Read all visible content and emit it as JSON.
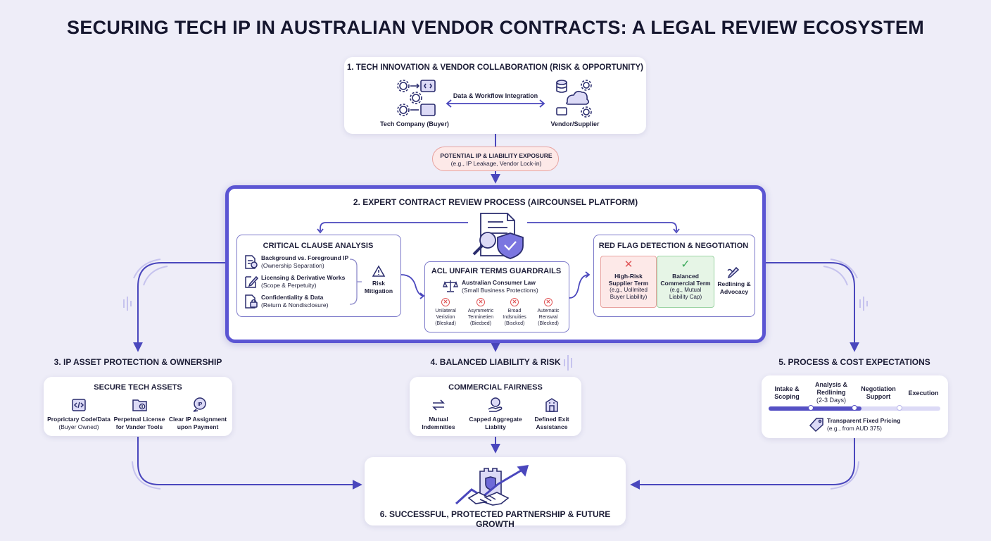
{
  "title": "SECURING TECH IP IN AUSTRALIAN VENDOR CONTRACTS: A LEGAL REVIEW ECOSYSTEM",
  "s1": {
    "header": "1. TECH INNOVATION & VENDOR COLLABORATION (RISK & OPPORTUNITY)",
    "link": "Data & Workflow Integration",
    "left": "Tech Company (Buyer)",
    "right": "Vendor/Supplier"
  },
  "exposure": {
    "line1": "POTENTIAL IP & LIABILITY EXPOSURE",
    "line2": "(e.g., IP Leakage, Vendor Lock-in)"
  },
  "s2": {
    "header": "2. EXPERT CONTRACT REVIEW PROCESS (AIRCOUNSEL PLATFORM)",
    "cca": {
      "title": "CRITICAL CLAUSE ANALYSIS",
      "items": [
        {
          "t": "Background vs. Foreground IP",
          "s": "(Ownership Separation)"
        },
        {
          "t": "Licensing & Derivative Works",
          "s": "(Scope & Perpetuity)"
        },
        {
          "t": "Confidentiality & Data",
          "s": "(Return & Nondisclosure)"
        }
      ],
      "risk1": "Risk",
      "risk2": "Mitigation"
    },
    "acl": {
      "title": "ACL UNFAIR TERMS GUARDRAILS",
      "law": "Australian Consumer Law",
      "law_sub": "(Small Business Protections)",
      "items": [
        {
          "l1": "Unilateral",
          "l2": "Veristion",
          "l3": "(Bleskad)"
        },
        {
          "l1": "Asymmetric",
          "l2": "Terminetien",
          "l3": "(Biecbed)"
        },
        {
          "l1": "Broad",
          "l2": "Indsnuities",
          "l3": "(Bisckcd)"
        },
        {
          "l1": "Autematic",
          "l2": "Renswal",
          "l3": "(Blecked)"
        }
      ]
    },
    "rfd": {
      "title": "RED FLAG DETECTION & NEGOTIATION",
      "high": {
        "l1": "High-Risk",
        "l2": "Supplier Term",
        "l3": "(e.g., Uollmited",
        "l4": "Buyer Liability)"
      },
      "bal": {
        "l1": "Balanced",
        "l2": "Commercial Term",
        "l3": "(e.g., Mutual",
        "l4": "Liability Cap)"
      },
      "red1": "Redlining &",
      "red2": "Advocacy"
    }
  },
  "s3": {
    "header": "3. IP ASSET PROTECTION & OWNERSHIP",
    "card": "SECURE TECH ASSETS",
    "items": [
      {
        "l1": "Proprictary Code/Data",
        "l2": "(Buyer Owned)"
      },
      {
        "l1": "Perpetnal License",
        "l2": "for Vander Tools"
      },
      {
        "l1": "Clear IP Assignment",
        "l2": "upon Payment"
      }
    ]
  },
  "s4": {
    "header": "4. BALANCED LIABILITY & RISK",
    "card": "COMMERCIAL FAIRNESS",
    "items": [
      {
        "l1": "Mutual",
        "l2": "Indemnities"
      },
      {
        "l1": "Capped Aggregate",
        "l2": "Liablity"
      },
      {
        "l1": "Defined Exit",
        "l2": "Assistance"
      }
    ]
  },
  "s5": {
    "header": "5. PROCESS & COST EXPECTATIONS",
    "steps": [
      {
        "l1": "Intake &",
        "l2": "Scoping",
        "l3": ""
      },
      {
        "l1": "Analysis &",
        "l2": "Redlining",
        "l3": "(2-3 Days)"
      },
      {
        "l1": "Negotiation",
        "l2": "Support",
        "l3": ""
      },
      {
        "l1": "Execution",
        "l2": "",
        "l3": ""
      }
    ],
    "pricing": "Transparent Fixed Pricing",
    "pricing_sub": "(e.g., from AUD 375)"
  },
  "s6": {
    "header": "6. SUCCESSFUL, PROTECTED PARTNERSHIP & FUTURE GROWTH"
  },
  "colors": {
    "accent": "#5550c4",
    "danger": "#e0585a",
    "success": "#3daa5c",
    "ink": "#2b2d6e"
  }
}
